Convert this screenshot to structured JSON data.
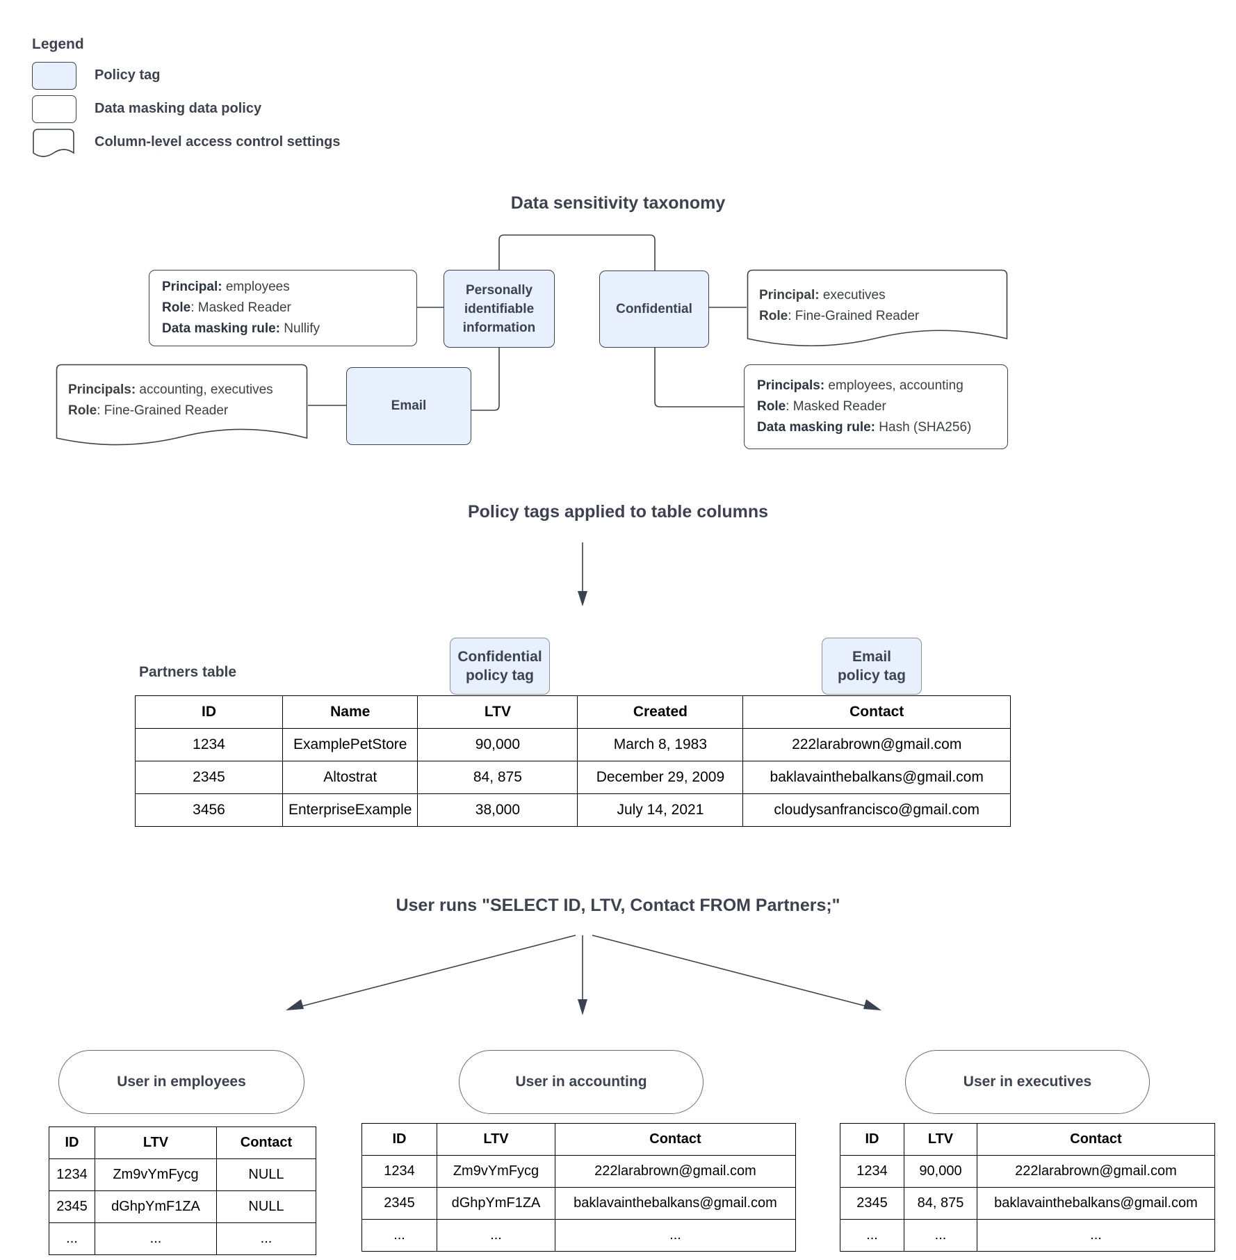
{
  "legend": {
    "title": "Legend",
    "items": [
      {
        "label": "Policy tag",
        "swatch": "policy-tag-swatch"
      },
      {
        "label": "Data masking data policy",
        "swatch": "data-masking-swatch"
      },
      {
        "label": "Column-level access control settings",
        "swatch": "column-access-swatch"
      }
    ]
  },
  "taxonomy": {
    "title": "Data sensitivity taxonomy",
    "nodes": {
      "pii": "Personally identifiable information",
      "confidential": "Confidential",
      "email": "Email"
    },
    "pii_masking_policy": {
      "line1_label": "Principal:",
      "line1_value": " employees",
      "line2_label": "Role",
      "line2_value": ": Masked Reader",
      "line3_label": "Data masking rule:",
      "line3_value": " Nullify"
    },
    "email_access_policy": {
      "line1_label": "Principals:",
      "line1_value": " accounting, executives",
      "line2_label": "Role",
      "line2_value": ": Fine-Grained Reader"
    },
    "confidential_access_policy": {
      "line1_label": "Principal:",
      "line1_value": " executives",
      "line2_label": "Role",
      "line2_value": ": Fine-Grained Reader"
    },
    "confidential_masking_policy": {
      "line1_label": "Principals:",
      "line1_value": " employees, accounting",
      "line2_label": "Role",
      "line2_value": ": Masked Reader",
      "line3_label": "Data masking rule:",
      "line3_value": " Hash (SHA256)"
    }
  },
  "applied": {
    "title": "Policy tags applied to table columns",
    "table_caption": "Partners table",
    "chips": [
      {
        "line1": "Confidential",
        "line2": "policy tag"
      },
      {
        "line1": "Email",
        "line2": "policy tag"
      }
    ],
    "partners_table": {
      "headers": [
        "ID",
        "Name",
        "LTV",
        "Created",
        "Contact"
      ],
      "rows": [
        [
          "1234",
          "ExamplePetStore",
          "90,000",
          "March 8, 1983",
          "222larabrown@gmail.com"
        ],
        [
          "2345",
          "Altostrat",
          "84, 875",
          "December 29, 2009",
          "baklavainthebalkans@gmail.com"
        ],
        [
          "3456",
          "EnterpriseExample",
          "38,000",
          "July 14, 2021",
          "cloudysanfrancisco@gmail.com"
        ]
      ]
    }
  },
  "query": {
    "title": "User runs \"SELECT ID, LTV, Contact FROM Partners;\"",
    "results": [
      {
        "role": "User in employees",
        "headers": [
          "ID",
          "LTV",
          "Contact"
        ],
        "rows": [
          [
            "1234",
            "Zm9vYmFycg",
            "NULL"
          ],
          [
            "2345",
            "dGhpYmF1ZA",
            "NULL"
          ],
          [
            "...",
            "...",
            "..."
          ]
        ]
      },
      {
        "role": "User in accounting",
        "headers": [
          "ID",
          "LTV",
          "Contact"
        ],
        "rows": [
          [
            "1234",
            "Zm9vYmFycg",
            "222larabrown@gmail.com"
          ],
          [
            "2345",
            "dGhpYmF1ZA",
            "baklavainthebalkans@gmail.com"
          ],
          [
            "...",
            "...",
            "..."
          ]
        ]
      },
      {
        "role": "User in executives",
        "headers": [
          "ID",
          "LTV",
          "Contact"
        ],
        "rows": [
          [
            "1234",
            "90,000",
            "222larabrown@gmail.com"
          ],
          [
            "2345",
            "84, 875",
            "baklavainthebalkans@gmail.com"
          ],
          [
            "...",
            "...",
            "..."
          ]
        ]
      }
    ]
  },
  "colors": {
    "policy_tag_fill": "#e8f0fe",
    "stroke": "#39434f",
    "text": "#3c4043",
    "heading": "#3c4250"
  }
}
